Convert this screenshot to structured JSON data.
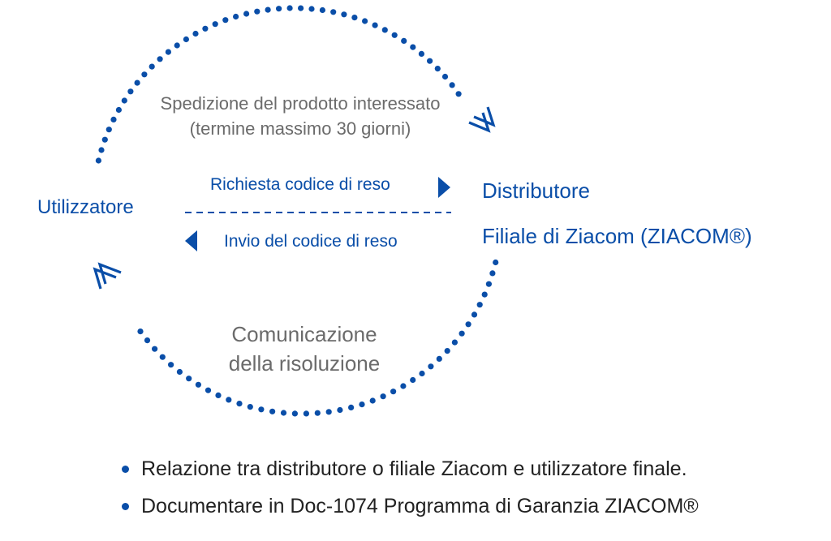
{
  "colors": {
    "accent": "#0a4ea8",
    "muted": "#6b6b6b",
    "text": "#222222"
  },
  "top_arc": {
    "line1": "Spedizione del prodotto interessato",
    "line2": "(termine massimo 30 giorni)"
  },
  "bottom_arc": {
    "line1": "Comunicazione",
    "line2": "della risoluzione"
  },
  "left_node": {
    "label": "Utilizzatore"
  },
  "right_node": {
    "line1": "Distributore",
    "line2": "Filiale di Ziacom (ZIACOM®)"
  },
  "exchange": {
    "request": "Richiesta codice di reso",
    "reply": "Invio del codice di reso"
  },
  "notes": [
    "Relazione tra distributore o filiale Ziacom e utilizzatore finale.",
    "Documentare in Doc-1074 Programma di Garanzia ZIACOM®"
  ]
}
